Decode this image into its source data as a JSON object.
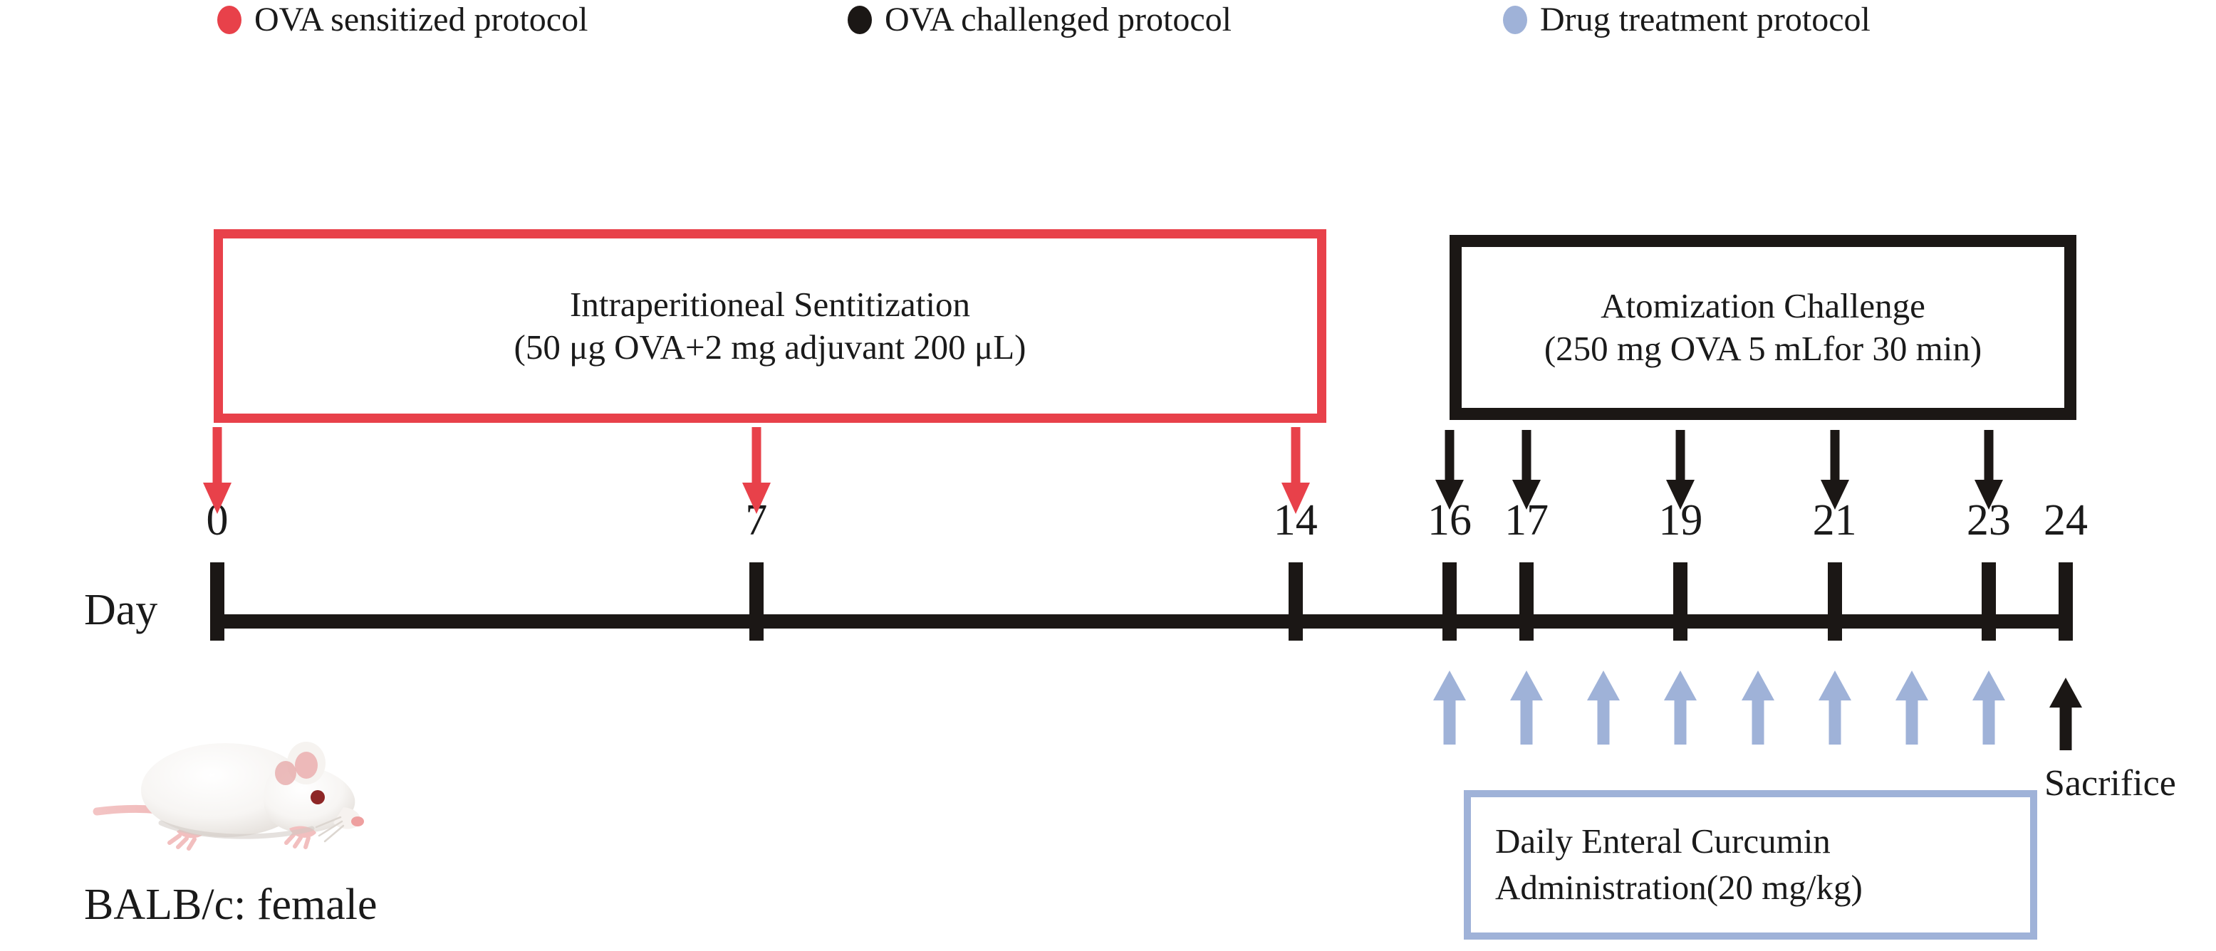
{
  "legend": {
    "items": [
      {
        "label": "OVA sensitized protocol",
        "color": "#e8414a",
        "marker": "red-dot-marker"
      },
      {
        "label": "OVA challenged protocol",
        "color": "#1b1715",
        "marker": "black-dot-marker"
      },
      {
        "label": "Drug treatment protocol",
        "color": "#9fb2d8",
        "marker": "blue-dot-marker"
      }
    ]
  },
  "boxes": {
    "sensitization": {
      "line1": "Intraperitioneal Sentitization",
      "line2": "(50 μg OVA+2 mg adjuvant 200 μL)",
      "border_color": "#e8414a"
    },
    "challenge": {
      "line1": "Atomization Challenge",
      "line2": "(250 mg OVA 5 mLfor 30 min)",
      "border_color": "#1b1715"
    },
    "drug": {
      "line1": "Daily Enteral Curcumin",
      "line2": "Administration(20 mg/kg)",
      "border_color": "#9fb2d8"
    }
  },
  "timeline": {
    "axis_label": "Day",
    "day_ticks": [
      "0",
      "7",
      "14",
      "16",
      "17",
      "19",
      "21",
      "23",
      "24"
    ],
    "range": [
      0,
      24
    ],
    "sensitization_days": [
      0,
      7,
      14
    ],
    "challenge_days": [
      16,
      17,
      19,
      21,
      23
    ],
    "drug_days": [
      16,
      17,
      18,
      19,
      20,
      21,
      22,
      23
    ],
    "endpoint_day": 24,
    "endpoint_label": "Sacrifice"
  },
  "animal": {
    "label": "BALB/c: female",
    "image": "white-mouse-photo"
  },
  "chart_data": {
    "type": "timeline",
    "title": "OVA-induced asthma mouse model experimental protocol",
    "xlabel": "Day",
    "xlim": [
      0,
      24
    ],
    "tick_days": [
      0,
      7,
      14,
      16,
      17,
      19,
      21,
      23,
      24
    ],
    "series": [
      {
        "name": "OVA sensitized protocol",
        "color": "#e8414a",
        "direction": "down",
        "days": [
          0,
          7,
          14
        ],
        "annotation": "Intraperitioneal Sentitization (50 μg OVA+2 mg adjuvant 200 μL)"
      },
      {
        "name": "OVA challenged protocol",
        "color": "#1b1715",
        "direction": "down",
        "days": [
          16,
          17,
          19,
          21,
          23
        ],
        "annotation": "Atomization Challenge (250 mg OVA 5 mLfor 30 min)"
      },
      {
        "name": "Drug treatment protocol",
        "color": "#9fb2d8",
        "direction": "up",
        "days": [
          16,
          17,
          18,
          19,
          20,
          21,
          22,
          23
        ],
        "annotation": "Daily Enteral Curcumin Administration(20 mg/kg)"
      },
      {
        "name": "Sacrifice",
        "color": "#1b1715",
        "direction": "up",
        "days": [
          24
        ],
        "annotation": "Sacrifice"
      }
    ],
    "legend": [
      "OVA sensitized protocol",
      "OVA challenged protocol",
      "Drug treatment protocol"
    ],
    "legend_position": "top"
  }
}
